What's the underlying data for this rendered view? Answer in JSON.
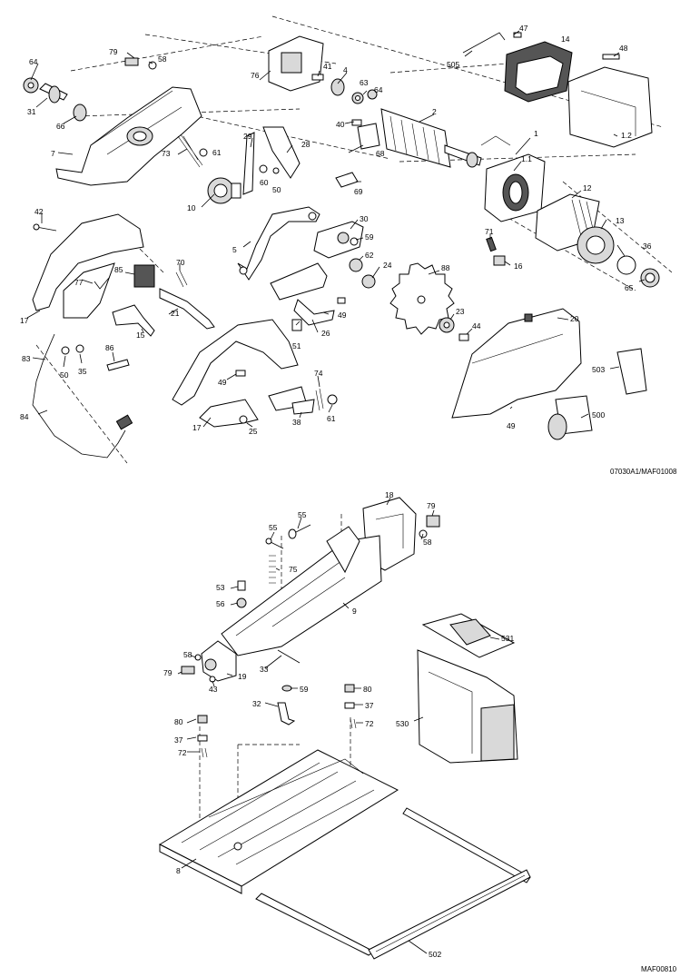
{
  "ref_top": "07030A1/MAF01008",
  "ref_bottom": "MAF00810",
  "labels": {
    "p1": "1",
    "p1_1": "1.1",
    "p1_2": "1.2",
    "p2": "2",
    "p4": "4",
    "p5": "5",
    "p7": "7",
    "p8": "8",
    "p9": "9",
    "p10": "10",
    "p12": "12",
    "p13": "13",
    "p14": "14",
    "p15": "15",
    "p16": "16",
    "p17a": "17",
    "p17b": "17",
    "p18": "18",
    "p19": "19",
    "p20": "20",
    "p21": "21",
    "p23": "23",
    "p24": "24",
    "p25": "25",
    "p26": "26",
    "p28": "28",
    "p29": "29",
    "p30": "30",
    "p31": "31",
    "p32": "32",
    "p33": "33",
    "p35": "35",
    "p36": "36",
    "p37a": "37",
    "p37b": "37",
    "p38": "38",
    "p40": "40",
    "p41": "41",
    "p42": "42",
    "p43": "43",
    "p44": "44",
    "p47": "47",
    "p48": "48",
    "p49a": "49",
    "p49b": "49",
    "p49c": "49",
    "p50a": "50",
    "p50b": "50",
    "p51": "51",
    "p53": "53",
    "p55a": "55",
    "p55b": "55",
    "p56": "56",
    "p58a": "58",
    "p58b": "58",
    "p58c": "58",
    "p59a": "59",
    "p59b": "59",
    "p60": "60",
    "p61a": "61",
    "p61b": "61",
    "p62": "62",
    "p63": "63",
    "p64a": "64",
    "p64b": "64",
    "p65": "65",
    "p66": "66",
    "p68": "68",
    "p69": "69",
    "p70": "70",
    "p71": "71",
    "p72a": "72",
    "p72b": "72",
    "p73": "73",
    "p74": "74",
    "p75": "75",
    "p76": "76",
    "p77": "77",
    "p79a": "79",
    "p79b": "79",
    "p79c": "79",
    "p80a": "80",
    "p80b": "80",
    "p83": "83",
    "p84": "84",
    "p85": "85",
    "p86": "86",
    "p88": "88",
    "p500": "500",
    "p502": "502",
    "p503": "503",
    "p505": "505",
    "p530": "530",
    "p531": "531"
  }
}
